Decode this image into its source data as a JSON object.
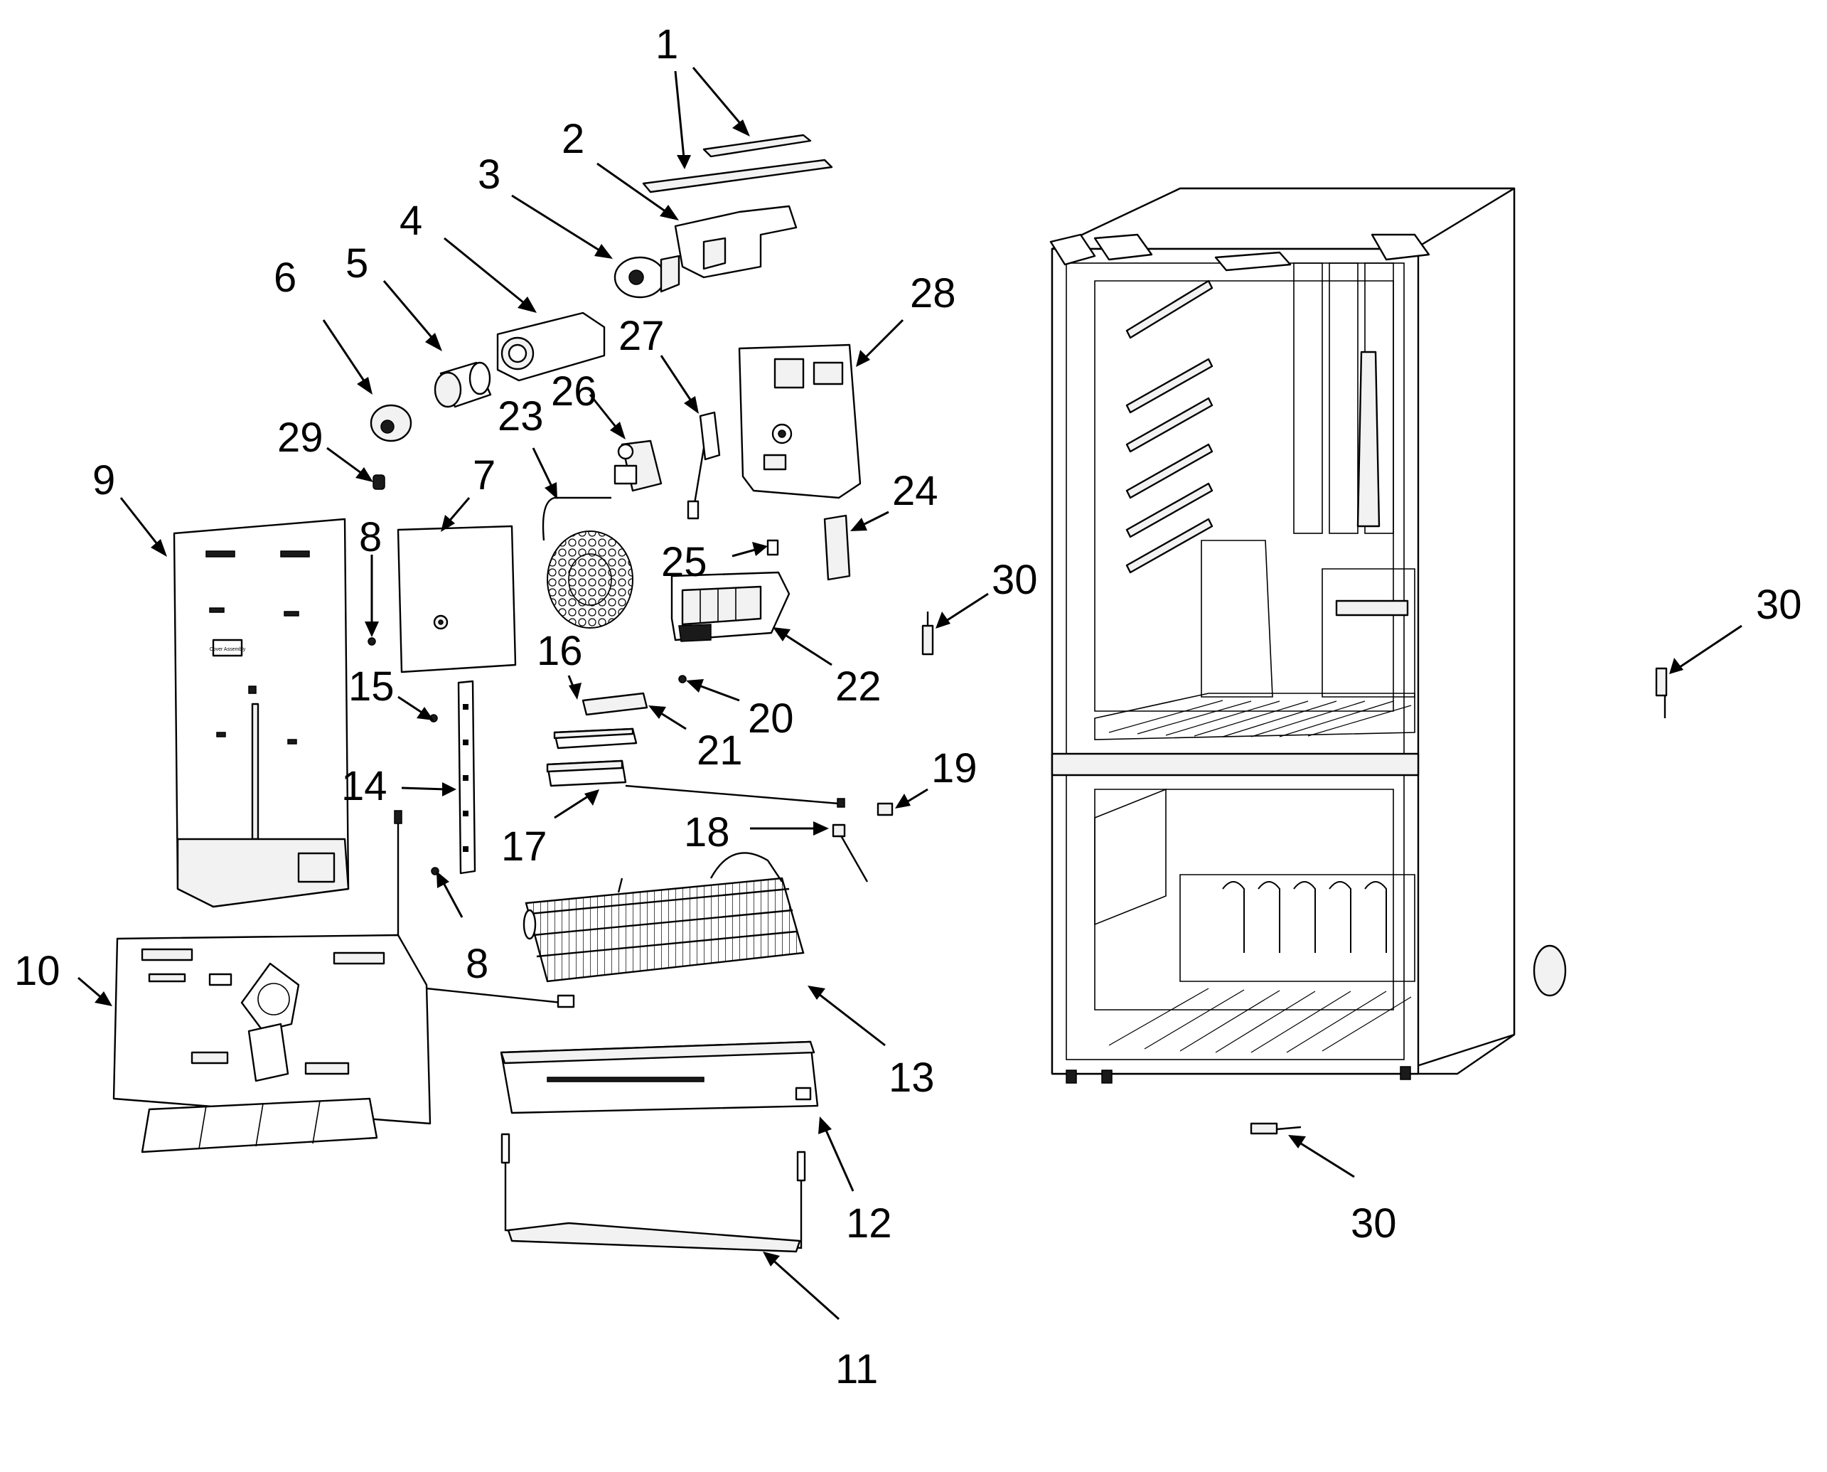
{
  "callouts": [
    {
      "id": "c1",
      "label": "1"
    },
    {
      "id": "c2",
      "label": "2"
    },
    {
      "id": "c3",
      "label": "3"
    },
    {
      "id": "c4",
      "label": "4"
    },
    {
      "id": "c5",
      "label": "5"
    },
    {
      "id": "c6",
      "label": "6"
    },
    {
      "id": "c7",
      "label": "7"
    },
    {
      "id": "c8a",
      "label": "8"
    },
    {
      "id": "c8b",
      "label": "8"
    },
    {
      "id": "c9",
      "label": "9"
    },
    {
      "id": "c10",
      "label": "10"
    },
    {
      "id": "c11",
      "label": "11"
    },
    {
      "id": "c12",
      "label": "12"
    },
    {
      "id": "c13",
      "label": "13"
    },
    {
      "id": "c14",
      "label": "14"
    },
    {
      "id": "c15",
      "label": "15"
    },
    {
      "id": "c16",
      "label": "16"
    },
    {
      "id": "c17",
      "label": "17"
    },
    {
      "id": "c18",
      "label": "18"
    },
    {
      "id": "c19",
      "label": "19"
    },
    {
      "id": "c20",
      "label": "20"
    },
    {
      "id": "c21",
      "label": "21"
    },
    {
      "id": "c22",
      "label": "22"
    },
    {
      "id": "c23",
      "label": "23"
    },
    {
      "id": "c24",
      "label": "24"
    },
    {
      "id": "c25",
      "label": "25"
    },
    {
      "id": "c26",
      "label": "26"
    },
    {
      "id": "c27",
      "label": "27"
    },
    {
      "id": "c28",
      "label": "28"
    },
    {
      "id": "c29",
      "label": "29"
    },
    {
      "id": "c30a",
      "label": "30"
    },
    {
      "id": "c30b",
      "label": "30"
    },
    {
      "id": "c30c",
      "label": "30"
    }
  ],
  "panel_label": "Cover Assembly",
  "colors": {
    "ink": "#000000",
    "paper": "#ffffff"
  }
}
